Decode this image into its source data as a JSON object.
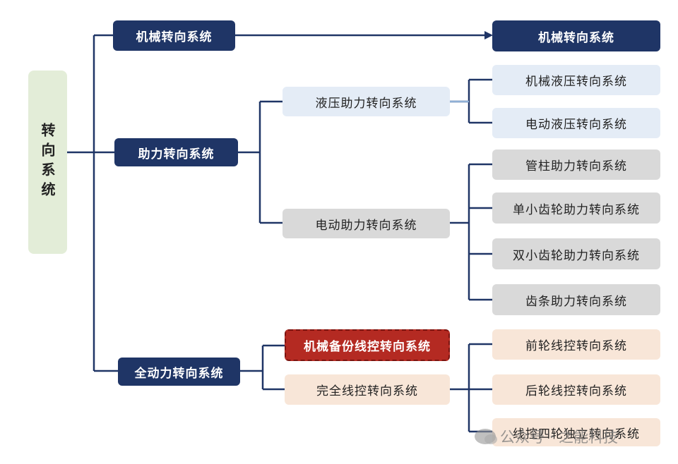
{
  "root": {
    "label": "转向系统"
  },
  "level1": {
    "mechanical": "机械转向系统",
    "power_assist": "助力转向系统",
    "full_power": "全动力转向系统"
  },
  "level2": {
    "hydraulic": "液压助力转向系统",
    "electric": "电动助力转向系统",
    "mech_backup": "机械备份线控转向系统",
    "full_wire": "完全线控转向系统"
  },
  "level3": {
    "mechanical": "机械转向系统",
    "mech_hydraulic": "机械液压转向系统",
    "elec_hydraulic": "电动液压转向系统",
    "column": "管柱助力转向系统",
    "single_pinion": "单小齿轮助力转向系统",
    "dual_pinion": "双小齿轮助力转向系统",
    "rack": "齿条助力转向系统",
    "front_wheel": "前轮线控转向系统",
    "rear_wheel": "后轮线控转向系统",
    "four_wheel": "线控四轮独立转向系统"
  },
  "watermark": {
    "text": "公众号 · 之能科技"
  },
  "colors": {
    "navy": "#1f3566",
    "light_blue": "#e4ecf6",
    "gray": "#d9d9d9",
    "peach": "#f8e6d8",
    "red": "#b42a22",
    "root_green": "#e3edd8"
  }
}
